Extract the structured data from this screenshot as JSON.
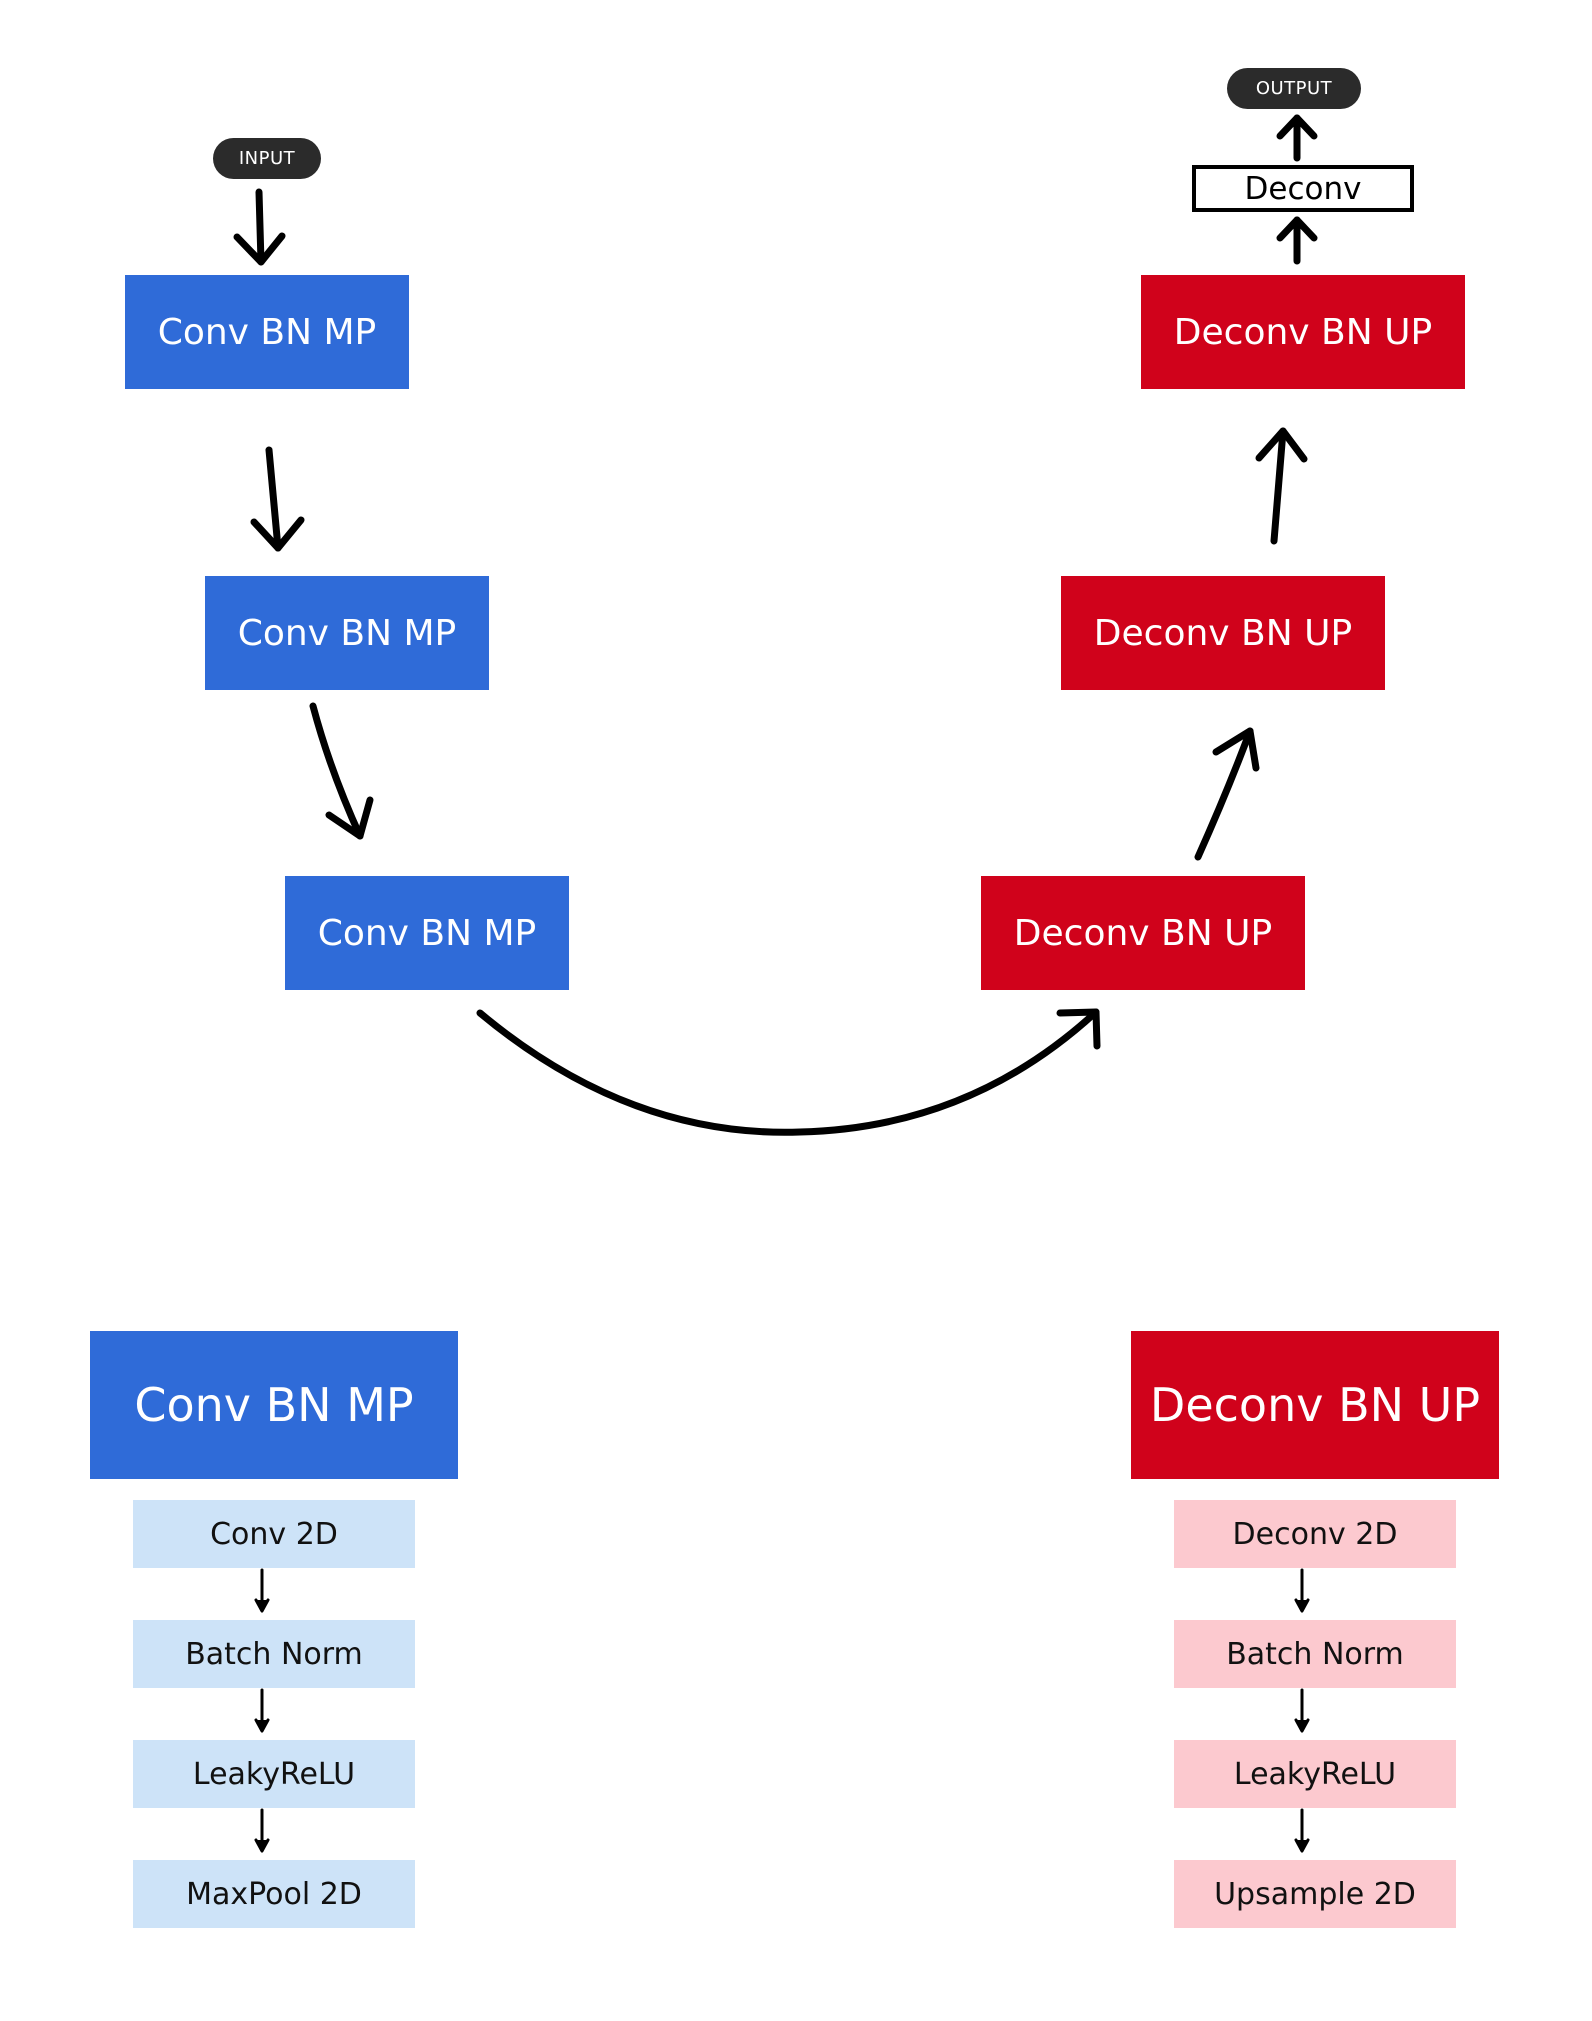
{
  "colors": {
    "encoder": "#2f6bd8",
    "decoder": "#d0021b",
    "encoder_light": "#cde3f8",
    "decoder_light": "#fcc9cf",
    "pill": "#2b2b2b",
    "arrow": "#000000"
  },
  "io": {
    "input": "INPUT",
    "output": "OUTPUT"
  },
  "encoder_blocks": [
    "Conv BN MP",
    "Conv BN MP",
    "Conv BN MP"
  ],
  "decoder_blocks": [
    "Deconv BN UP",
    "Deconv BN UP",
    "Deconv BN UP"
  ],
  "final_layer": "Deconv",
  "legend_encoder": {
    "title": "Conv BN MP",
    "steps": [
      "Conv 2D",
      "Batch Norm",
      "LeakyReLU",
      "MaxPool 2D"
    ]
  },
  "legend_decoder": {
    "title": "Deconv BN UP",
    "steps": [
      "Deconv 2D",
      "Batch Norm",
      "LeakyReLU",
      "Upsample 2D"
    ]
  }
}
